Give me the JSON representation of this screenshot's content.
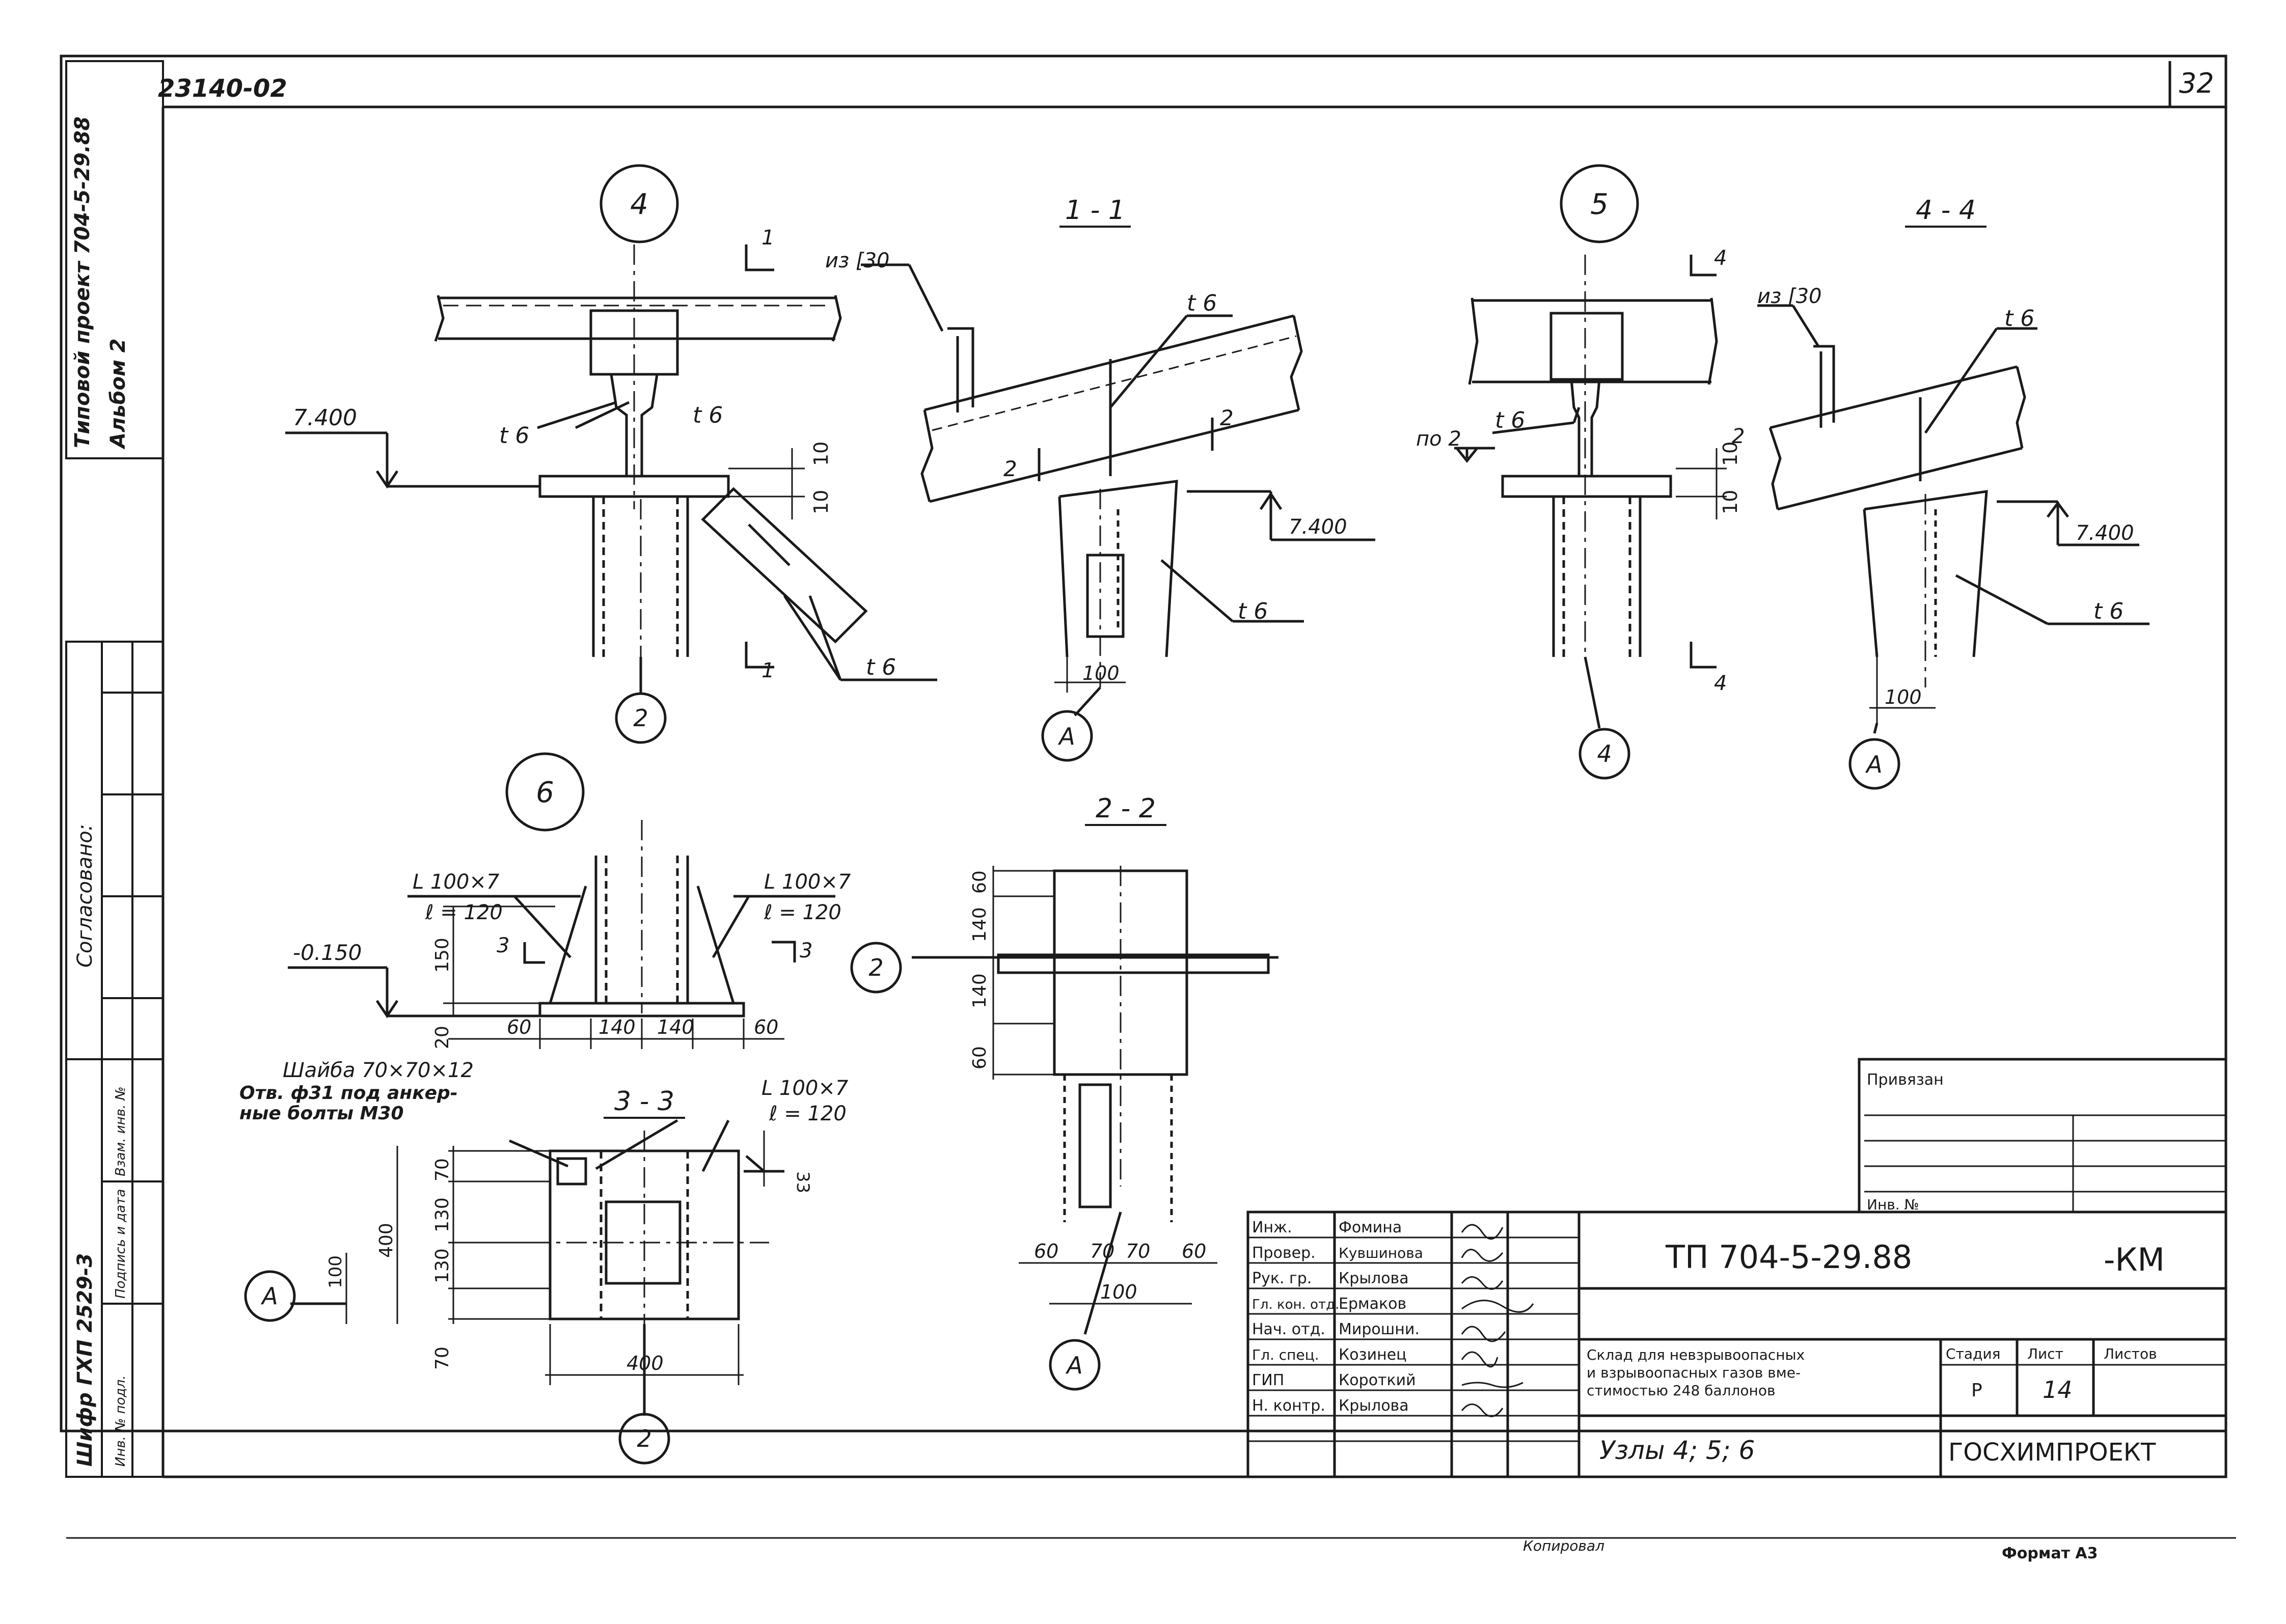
{
  "header": {
    "doc_number": "23140-02",
    "sheet_index": "32"
  },
  "left_margin": {
    "project_line1": "Типовой проект 704-5-29.88",
    "project_line2": "Альбом 2",
    "agreed": "Согласовано:",
    "inv_no_orig": "Инв. № подл.",
    "sign_date": "Подпись и дата",
    "replace_inv": "Взам. инв. №",
    "code": "Шифр ГХП 2529-3"
  },
  "views": {
    "node4": {
      "label": "4",
      "section_mark": "1",
      "elev": "7.400",
      "plate": "t 6",
      "plate2": "t 6",
      "dim_10a": "10",
      "dim_10b": "10",
      "axis": "2"
    },
    "sec11": {
      "title": "1 - 1",
      "channel": "из [30",
      "plate": "t 6",
      "plate2": "t 6",
      "mark": "2",
      "mark2": "2",
      "elev": "7.400",
      "dim": "100",
      "axis": "А"
    },
    "node5": {
      "label": "5",
      "section_mark": "4",
      "mark": "по 2",
      "plate": "t 6",
      "dim_10a": "10",
      "dim_10b": "10",
      "mark2": "2",
      "axis": "4"
    },
    "sec44": {
      "title": "4 - 4",
      "channel": "из [30",
      "plate": "t 6",
      "plate2": "t 6",
      "elev": "7.400",
      "dim": "100",
      "axis": "А"
    },
    "node6": {
      "label": "6",
      "angle1": "L 100×7",
      "len1": "ℓ = 120",
      "angle2": "L 100×7",
      "len2": "ℓ = 120",
      "elev": "-0.150",
      "mark3": "3",
      "mark3b": "3",
      "dims_h": [
        "60",
        "140",
        "140",
        "60"
      ],
      "dim_v1": "150",
      "dim_v2": "20"
    },
    "sec22": {
      "title": "2 - 2",
      "dims_v": [
        "60",
        "140",
        "140",
        "60"
      ],
      "dims_h": [
        "60",
        "70",
        "70",
        "60"
      ],
      "dim": "100",
      "axis_left": "2",
      "axis_bottom": "А"
    },
    "sec33": {
      "title": "3 - 3",
      "washer": "Шайба 70×70×12",
      "hole1": "Отв. ф31 под анкер-",
      "hole2": "ные болты М30",
      "angle": "L 100×7",
      "len": "ℓ = 120",
      "dims_v": [
        "70",
        "130",
        "130",
        "70"
      ],
      "dim_400v": "400",
      "dim_400h": "400",
      "dim_100": "100",
      "dim_33": "33",
      "axis_left": "А",
      "axis_bottom": "2"
    }
  },
  "title_block": {
    "attach": "Привязан",
    "inv_no": "Инв. №",
    "roles": [
      "Инж.",
      "Провер.",
      "Рук. гр.",
      "Гл. кон. отд.",
      "Нач. отд.",
      "Гл. спец.",
      "ГИП",
      "Н. контр."
    ],
    "names": [
      "Фомина",
      "Кувшинова",
      "Крылова",
      "Ермаков",
      "Мирошни.",
      "Козинец",
      "Короткий",
      "Крылова"
    ],
    "code": "ТП 704-5-29.88",
    "suffix": "-КМ",
    "desc1": "Склад для невзрывоопасных",
    "desc2": "и взрывоопасных газов вме-",
    "desc3": "стимостью 248 баллонов",
    "stage_h": "Стадия",
    "sheet_h": "Лист",
    "sheets_h": "Листов",
    "stage": "Р",
    "sheet": "14",
    "subject": "Узлы 4; 5; 6",
    "org": "ГОСХИМПРОЕКТ"
  },
  "footer": {
    "copied": "Копировал",
    "format": "Формат А3"
  }
}
